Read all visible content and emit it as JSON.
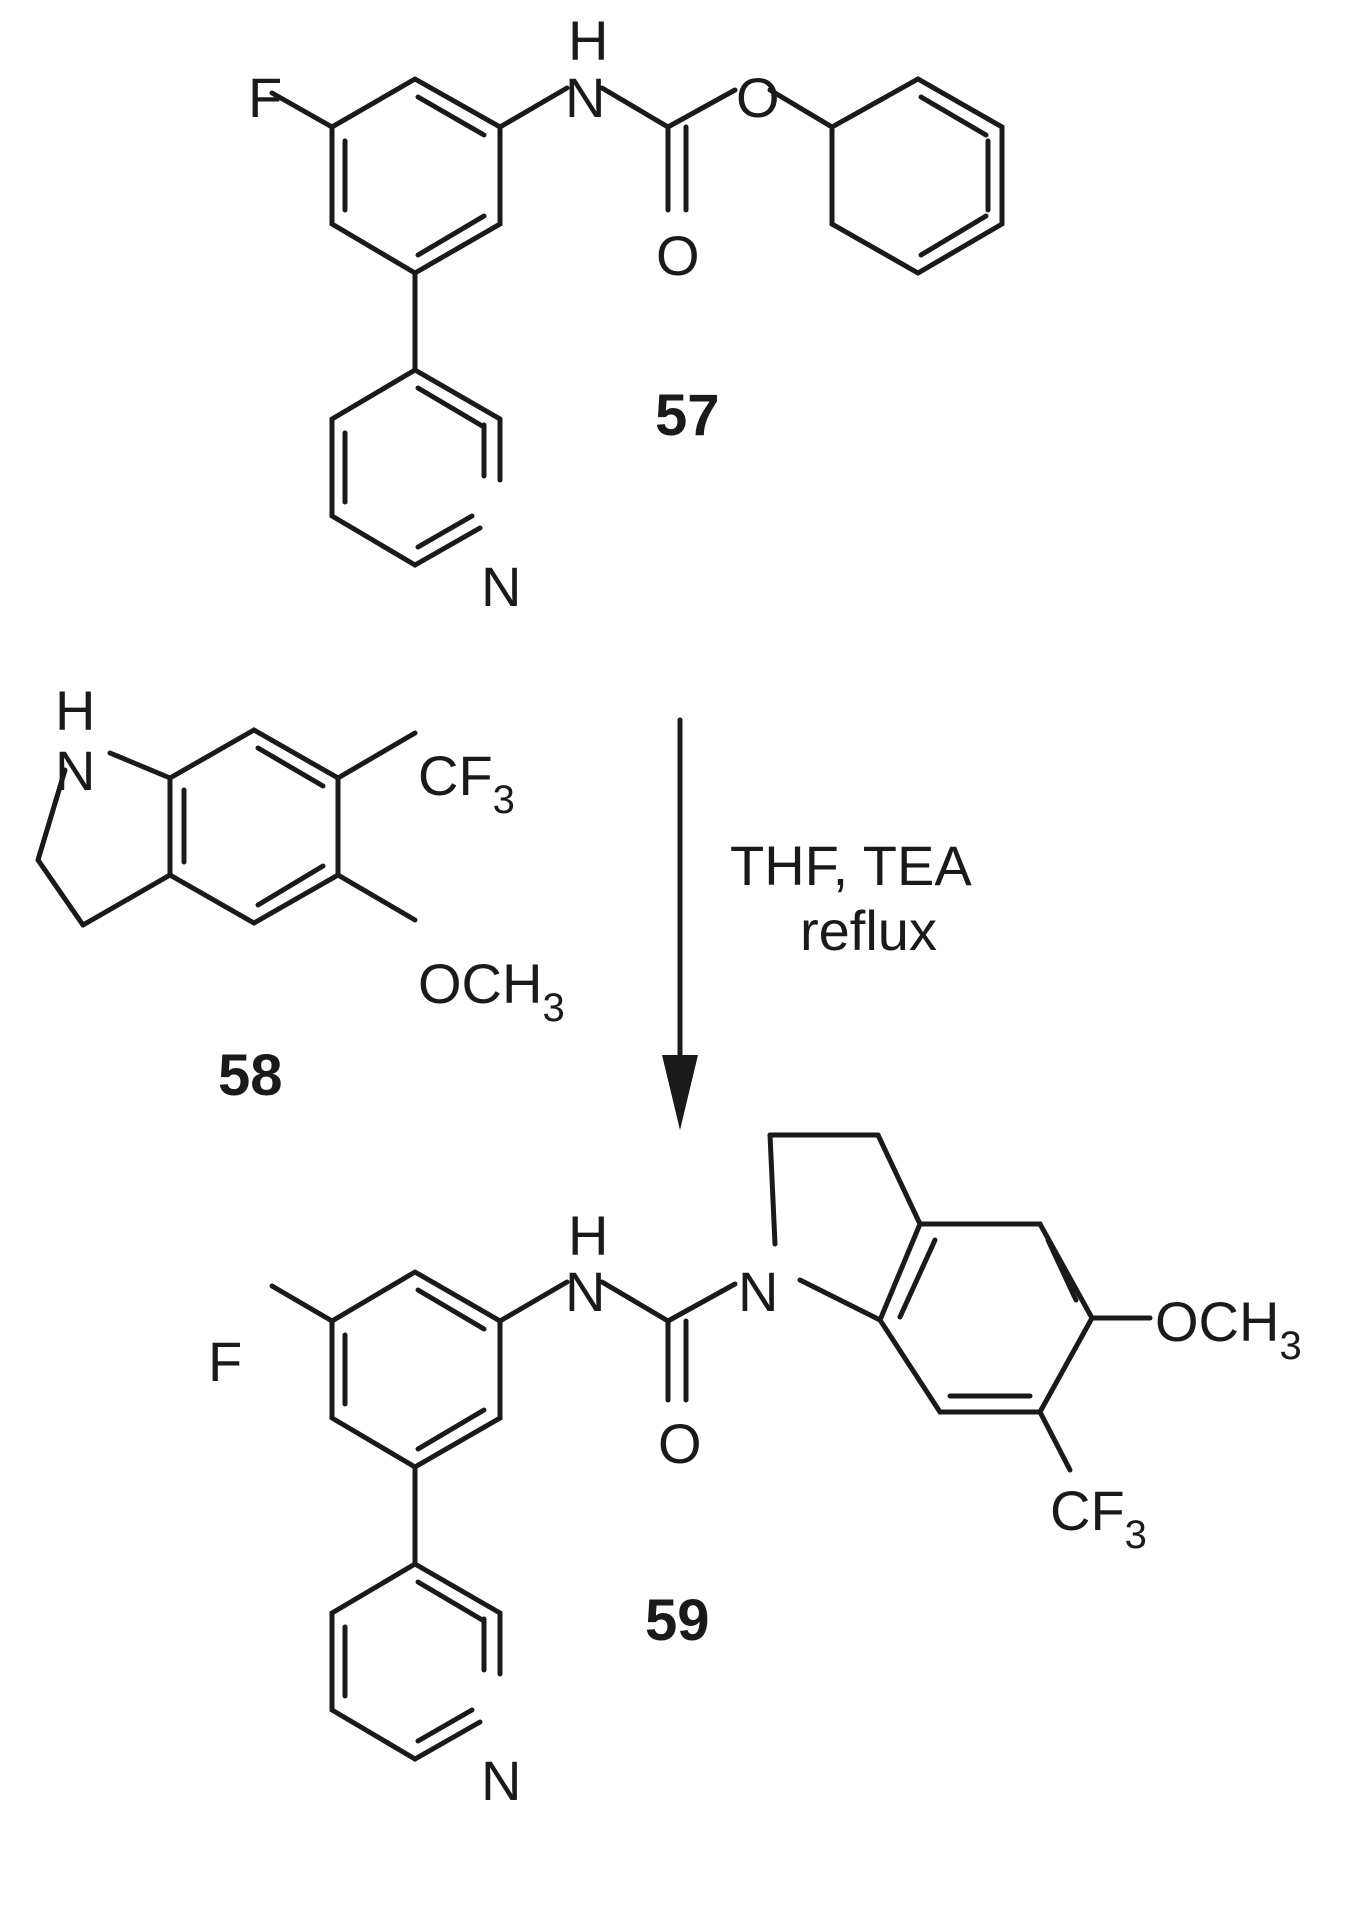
{
  "compounds": {
    "c57": {
      "label": "57"
    },
    "c58": {
      "label": "58"
    },
    "c59": {
      "label": "59"
    }
  },
  "atoms": {
    "F": "F",
    "H": "H",
    "N": "N",
    "O": "O",
    "CF3_main": "CF",
    "CF3_sub": "3",
    "OCH3_main": "OCH",
    "OCH3_sub": "3"
  },
  "conditions": {
    "line1": "THF,  TEA",
    "line2": "reflux"
  },
  "colors": {
    "ink": "#1a1a1a",
    "background": "#ffffff"
  }
}
